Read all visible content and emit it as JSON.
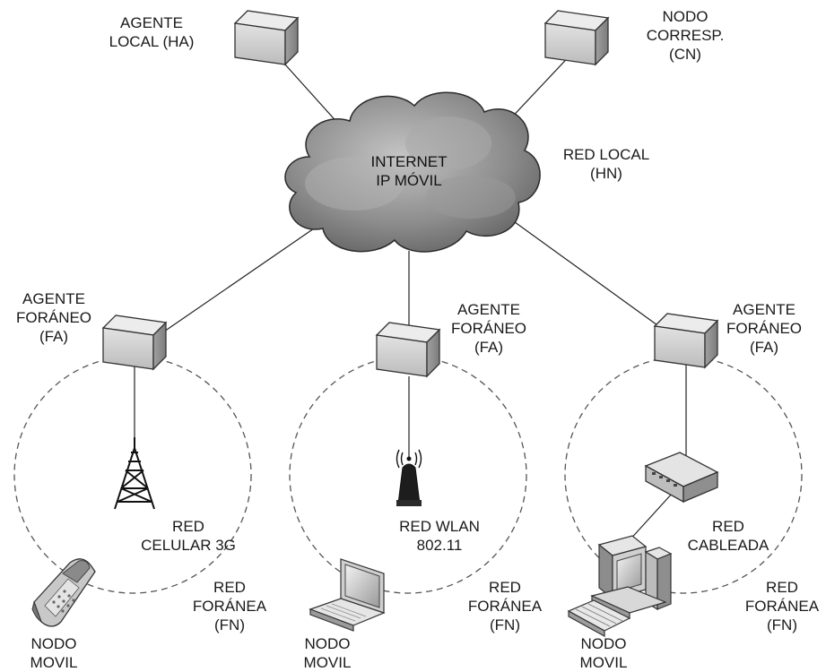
{
  "labels": {
    "ha": [
      "AGENTE",
      "LOCAL (HA)"
    ],
    "cn": [
      "NODO",
      "CORRESP.",
      "(CN)"
    ],
    "internet": [
      "INTERNET",
      "IP MÓVIL"
    ],
    "hn": [
      "RED LOCAL",
      "(HN)"
    ],
    "fa_left": [
      "AGENTE",
      "FORÁNEO",
      "(FA)"
    ],
    "fa_mid": [
      "AGENTE",
      "FORÁNEO",
      "(FA)"
    ],
    "fa_right": [
      "AGENTE",
      "FORÁNEO",
      "(FA)"
    ],
    "cell_net": [
      "RED",
      "CELULAR 3G"
    ],
    "wlan_net": [
      "RED WLAN",
      "802.11"
    ],
    "wired_net": [
      "RED",
      "CABLEADA"
    ],
    "fn_left": [
      "RED",
      "FORÁNEA",
      "(FN)"
    ],
    "fn_mid": [
      "RED",
      "FORÁNEA",
      "(FN)"
    ],
    "fn_right": [
      "RED",
      "FORÁNEA",
      "(FN)"
    ],
    "mn_left": [
      "NODO",
      "MOVIL"
    ],
    "mn_mid": [
      "NODO",
      "MOVIL"
    ],
    "mn_right": [
      "NODO",
      "MOVIL"
    ]
  },
  "colors": {
    "box_top": "#e6e6e6",
    "box_front": "#d2d2d2",
    "box_side": "#a9a9a9",
    "cloud_dark": "#6d6d6d",
    "cloud_light": "#b9b9b9",
    "line": "#222222",
    "dashed": "#555555"
  },
  "icons": [
    "server-box-icon",
    "cloud-icon",
    "cell-tower-icon",
    "wifi-antenna-icon",
    "network-switch-icon",
    "desktop-computer-icon",
    "laptop-icon",
    "mobile-phone-icon"
  ]
}
